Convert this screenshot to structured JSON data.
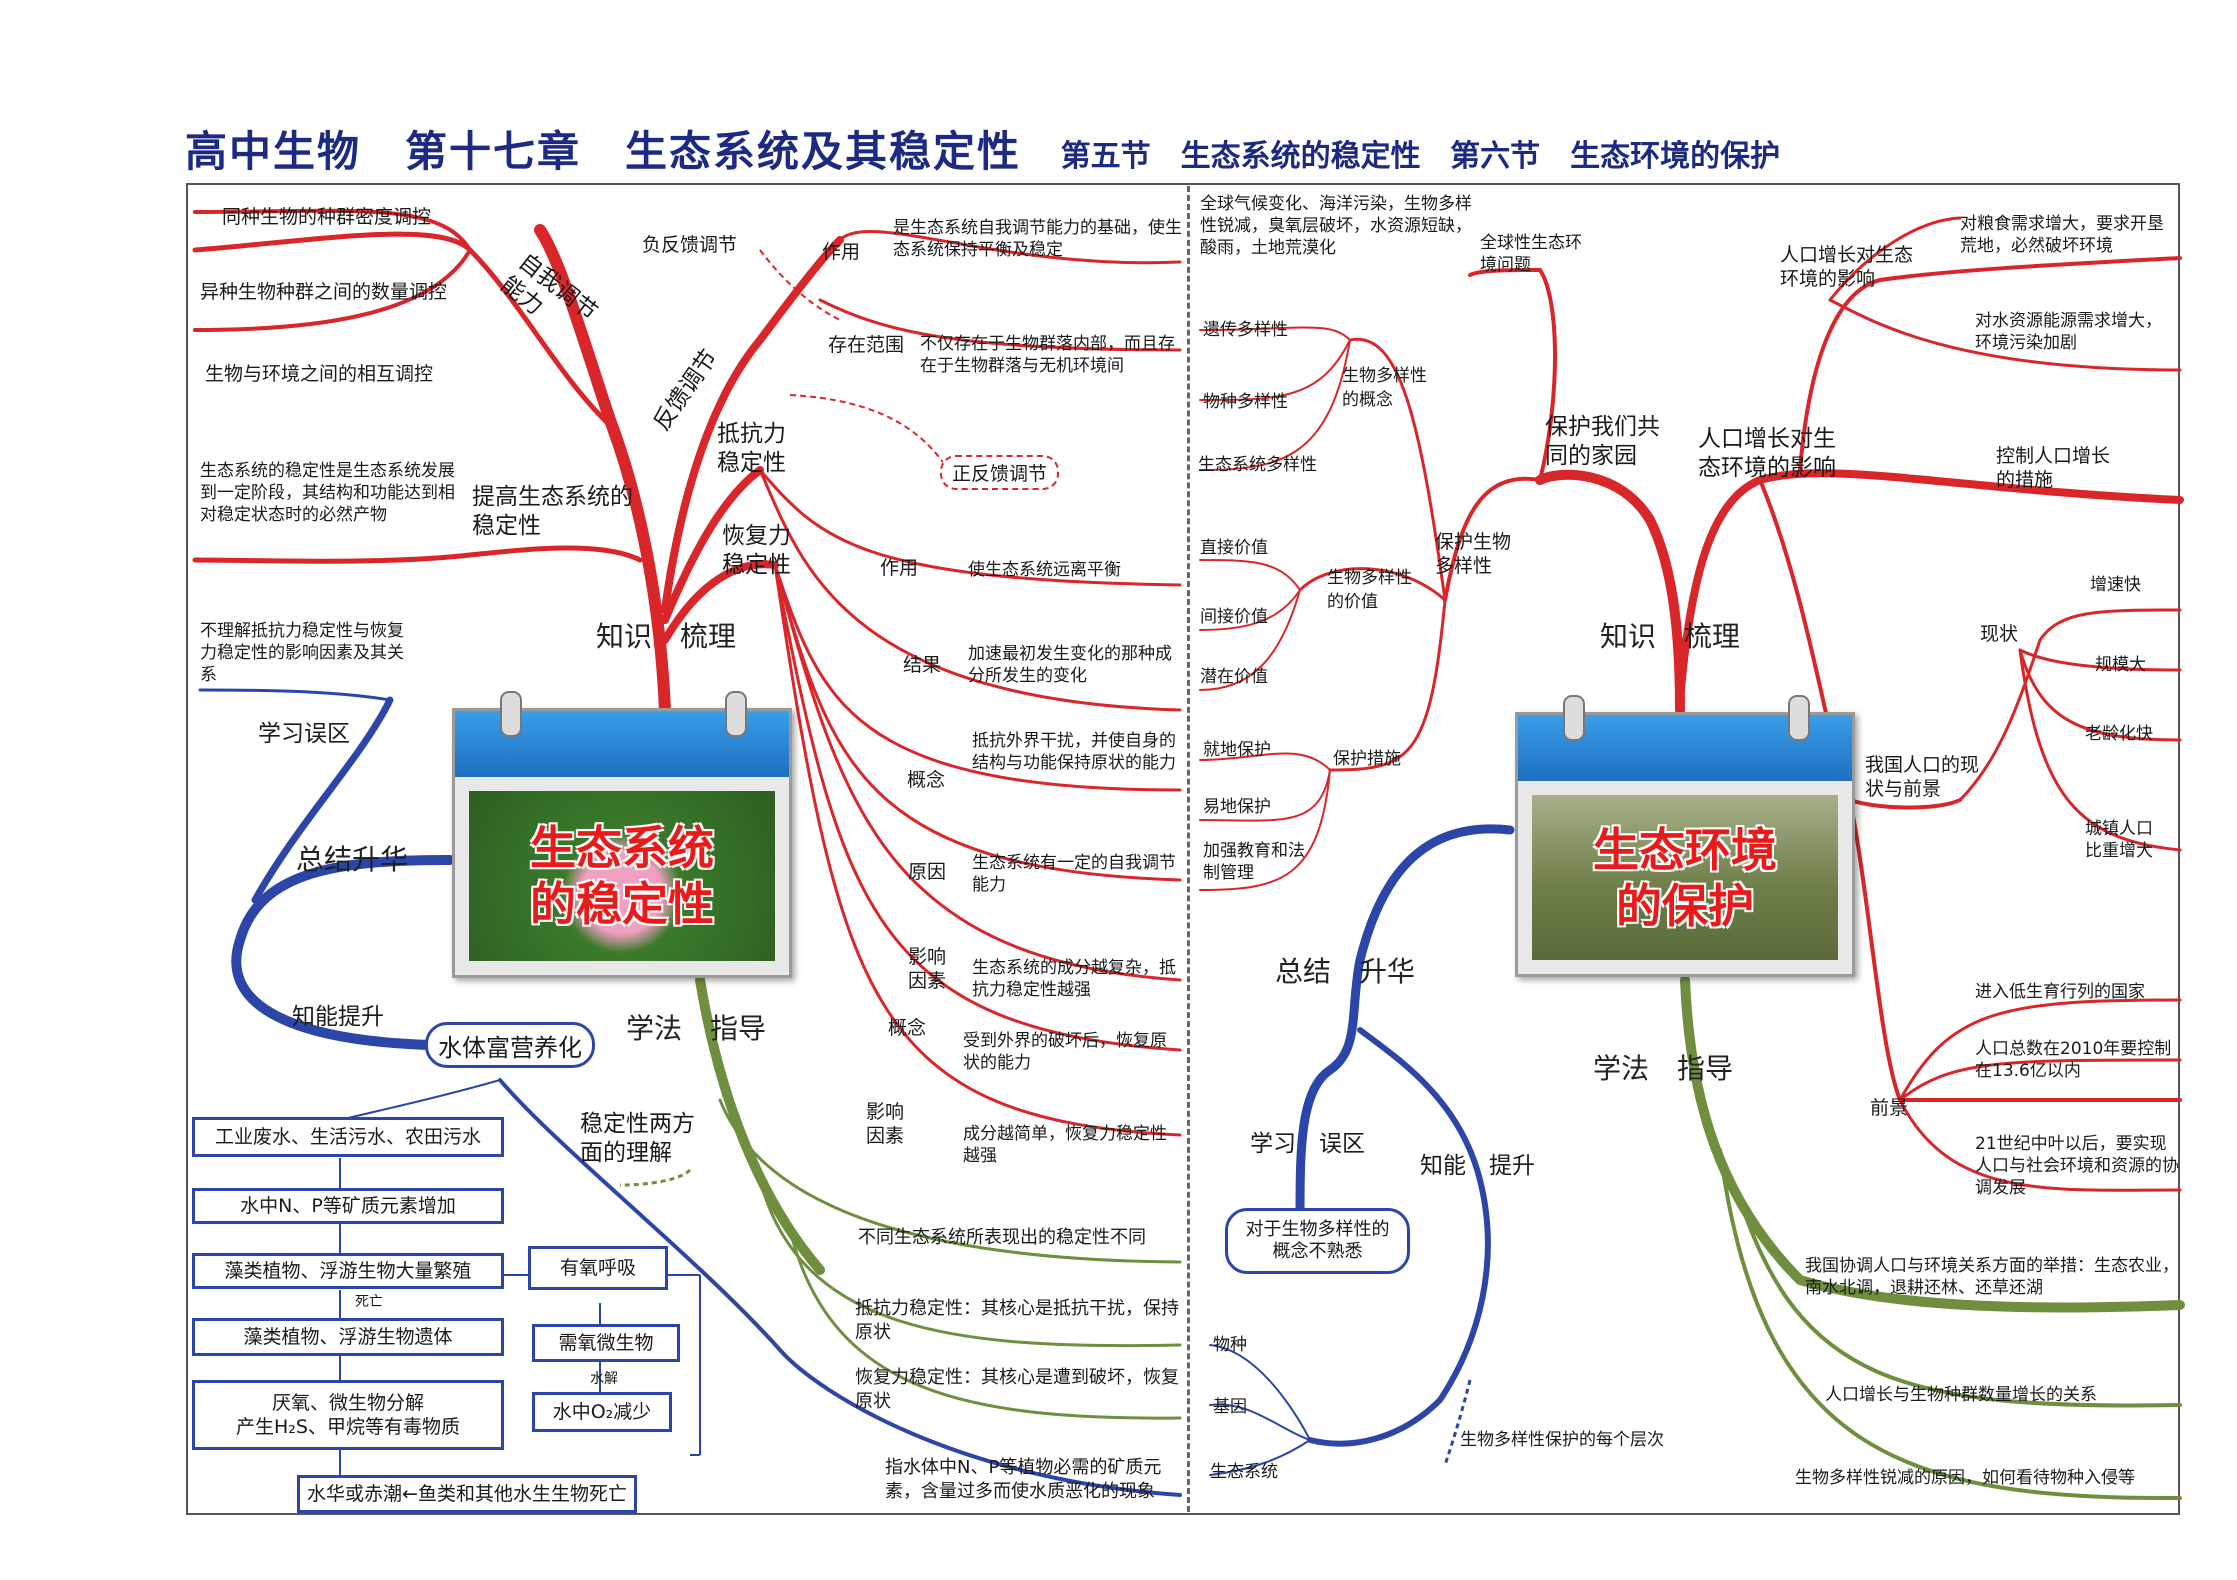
{
  "title": {
    "main": "高中生物　第十七章　生态系统及其稳定性",
    "sec5": "第五节　生态系统的稳定性",
    "sec6": "第六节　生态环境的保护"
  },
  "left": {
    "center_title": "生态系统的稳定性",
    "knowledge": "知识　梳理",
    "summary": "总结升华",
    "method": "学法　指导",
    "self_reg": "自我调节能力",
    "self_reg_items": [
      "同种生物的种群密度调控",
      "异种生物种群之间的数量调控",
      "生物与环境之间的相互调控"
    ],
    "improve": "提高生态系统的稳定性",
    "improve_desc": "生态系统的稳定性是生态系统发展到一定阶段，其结构和功能达到相对稳定状态时的必然产物",
    "feedback": "反馈调节",
    "neg_feedback": "负反馈调节",
    "pos_feedback": "正反馈调节",
    "zuoyong": "作用",
    "zuoyong_desc": "是生态系统自我调节能力的基础，使生态系统保持平衡及稳定",
    "range": "存在范围",
    "range_desc": "不仅存在于生物群落内部，而且存在于生物群落与无机环境间",
    "zuoyong2": "作用",
    "zuoyong2_desc": "使生态系统远离平衡",
    "result": "结果",
    "result_desc": "加速最初发生变化的那种成分所发生的变化",
    "resist": "抵抗力稳定性",
    "resist_concept": "概念",
    "resist_concept_desc": "抵抗外界干扰，并使自身的结构与功能保持原状的能力",
    "resist_reason": "原因",
    "resist_reason_desc": "生态系统有一定的自我调节能力",
    "resist_factor": "影响因素",
    "resist_factor_desc": "生态系统的成分越复杂，抵抗力稳定性越强",
    "recover": "恢复力稳定性",
    "recover_concept": "概念",
    "recover_concept_desc": "受到外界的破坏后，恢复原状的能力",
    "recover_factor": "影响因素",
    "recover_factor_desc": "成分越简单，恢复力稳定性越强",
    "mistake": "学习误区",
    "mistake_desc": "不理解抵抗力稳定性与恢复力稳定性的影响因素及其关系",
    "ability": "知能提升",
    "eutro": "水体富营养化",
    "flow": [
      "工业废水、生活污水、农田污水",
      "水中N、P等矿质元素增加",
      "藻类植物、浮游生物大量繁殖",
      "藻类植物、浮游生物遗体",
      "厌氧、微生物分解\n产生H₂S、甲烷等有毒物质",
      "水华或赤潮←鱼类和其他水生生物死亡"
    ],
    "death": "死亡",
    "aerobic": "有氧呼吸",
    "aerobe": "需氧微生物",
    "hydrolysis": "水解",
    "o2": "水中O₂减少",
    "understand": "稳定性两方面的理解",
    "method_items": [
      "不同生态系统所表现出的稳定性不同",
      "抵抗力稳定性：其核心是抵抗干扰，保持原状",
      "恢复力稳定性：其核心是遭到破坏，恢复原状",
      "指水体中N、P等植物必需的矿质元素，含量过多而使水质恶化的现象"
    ]
  },
  "right": {
    "center_title": "生态环境的保护",
    "knowledge": "知识　梳理",
    "summary": "总结　升华",
    "method": "学法　指导",
    "protect_home": "保护我们共同的家园",
    "global_issue": "全球性生态环境问题",
    "global_desc": "全球气候变化、海洋污染，生物多样性锐减，臭氧层破坏，水资源短缺，酸雨，土地荒漠化",
    "protect_bio": "保护生物多样性",
    "bio_concept": "生物多样性的概念",
    "bio_levels": [
      "遗传多样性",
      "物种多样性",
      "生态系统多样性"
    ],
    "bio_value": "生物多样性的价值",
    "values": [
      "直接价值",
      "间接价值",
      "潜在价值"
    ],
    "measures": "保护措施",
    "measure_items": [
      "就地保护",
      "易地保护",
      "加强教育和法制管理"
    ],
    "pop_impact": "人口增长对生态环境的影响",
    "pop_impact2": "人口增长对生态环境的影响",
    "pop_impact_items": [
      "对粮食需求增大，要求开垦荒地，必然破坏环境",
      "对水资源能源需求增大，环境污染加剧"
    ],
    "control": "控制人口增长的措施",
    "china_pop": "我国人口的现状与前景",
    "status": "现状",
    "status_items": [
      "增速快",
      "规模大",
      "老龄化快",
      "城镇人口比重增大"
    ],
    "prospect": "前景",
    "prospect_items": [
      "进入低生育行列的国家",
      "人口总数在2010年要控制在13.6亿以内",
      "21世纪中叶以后，要实现人口与社会环境和资源的协调发展"
    ],
    "mistake": "学习　误区",
    "mistake_desc": "对于生物多样性的概念不熟悉",
    "ability": "知能　提升",
    "ability_items": [
      "物种",
      "基因",
      "生态系统"
    ],
    "levels": "生物多样性保护的每个层次",
    "method_items": [
      "我国协调人口与环境关系方面的举措：生态农业，南水北调，退耕还林、还草还湖",
      "人口增长与生物种群数量增长的关系",
      "生物多样性锐减的原因，如何看待物种入侵等"
    ]
  },
  "colors": {
    "red": "#d9262a",
    "blue": "#2b46a8",
    "green": "#6f8f3f",
    "title": "#1d2a82"
  }
}
